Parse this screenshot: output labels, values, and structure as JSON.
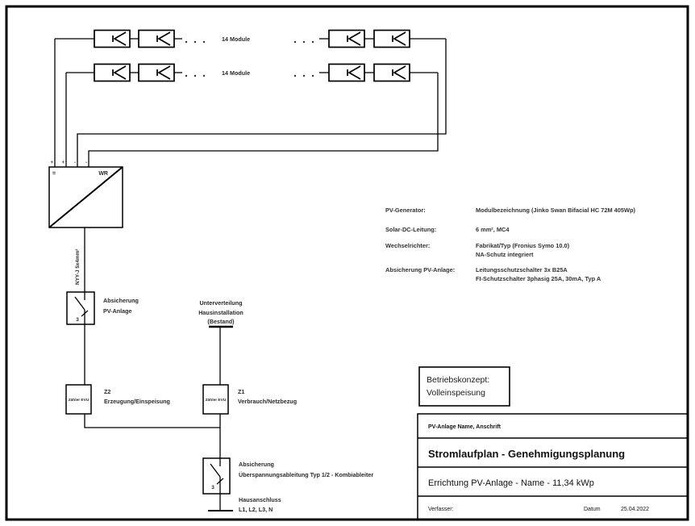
{
  "diagram": {
    "strings": {
      "row1_label": "14 Module",
      "row2_label": "14 Module"
    },
    "inverter": {
      "label": "WR",
      "dc_symbol": "=",
      "terminals": [
        "+",
        "+",
        "-",
        "-"
      ]
    },
    "ac_cable_label": "NYY-J 5x4mm²",
    "breaker_pv": {
      "poles": "3",
      "label_line1": "Absicherung",
      "label_line2": "PV-Anlage"
    },
    "subdistribution": {
      "line1": "Unterverteilung",
      "line2": "Hausinstallation",
      "line3": "(Bestand)"
    },
    "meter_z2": {
      "box_label": "Zähler EVU",
      "id": "Z2",
      "desc": "Erzeugung/Einspeisung"
    },
    "meter_z1": {
      "box_label": "Zähler EVU",
      "id": "Z1",
      "desc": "Verbrauch/Netzbezug"
    },
    "breaker_surge": {
      "poles": "3",
      "label_line1": "Absicherung",
      "label_line2": "Überspannungsableitung Typ 1/2 - Kombiableiter"
    },
    "house_connection": {
      "line1": "Hausanschluss",
      "line2": "L1, L2, L3, N"
    }
  },
  "specs": {
    "pv_generator_label": "PV-Generator:",
    "pv_generator_value": "Modulbezeichnung (Jinko Swan Bifacial HC 72M 405Wp)",
    "dc_cable_label": "Solar-DC-Leitung:",
    "dc_cable_value": "6 mm², MC4",
    "inverter_label": "Wechselrichter:",
    "inverter_value1": "Fabrikat/Typ (Fronius Symo 10.0)",
    "inverter_value2": "NA-Schutz integriert",
    "fuse_label": "Absicherung PV-Anlage:",
    "fuse_value1": "Leitungsschutzschalter 3x B25A",
    "fuse_value2": "FI-Schutzschalter 3phasig 25A, 30mA, Typ A"
  },
  "operating_concept": {
    "line1": "Betriebskonzept:",
    "line2": "Volleinspeisung"
  },
  "title_block": {
    "owner": "PV-Anlage Name, Anschrift",
    "title": "Stromlaufplan - Genehmigungsplanung",
    "subtitle": "Errichtung PV-Anlage - Name -  11,34 kWp",
    "author_label": "Verfasser:",
    "date_label": "Datum",
    "date_value": "25.04.2022"
  }
}
